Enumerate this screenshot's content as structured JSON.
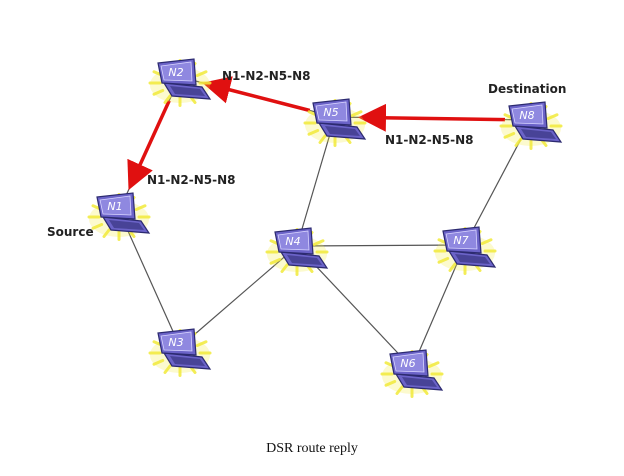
{
  "nodes": [
    {
      "id": "N1",
      "label": "N1"
    },
    {
      "id": "N2",
      "label": "N2"
    },
    {
      "id": "N3",
      "label": "N3"
    },
    {
      "id": "N4",
      "label": "N4"
    },
    {
      "id": "N5",
      "label": "N5"
    },
    {
      "id": "N6",
      "label": "N6"
    },
    {
      "id": "N7",
      "label": "N7"
    },
    {
      "id": "N8",
      "label": "N8"
    }
  ],
  "links": [
    [
      "N1",
      "N2"
    ],
    [
      "N1",
      "N3"
    ],
    [
      "N3",
      "N4"
    ],
    [
      "N4",
      "N5"
    ],
    [
      "N4",
      "N7"
    ],
    [
      "N4",
      "N6"
    ],
    [
      "N6",
      "N7"
    ],
    [
      "N7",
      "N8"
    ],
    [
      "N5",
      "N8"
    ],
    [
      "N2",
      "N5"
    ]
  ],
  "route_reply": {
    "hops": [
      [
        "N8",
        "N5"
      ],
      [
        "N5",
        "N2"
      ],
      [
        "N2",
        "N1"
      ]
    ],
    "labels": [
      "N1-N2-N5-N8",
      "N1-N2-N5-N8",
      "N1-N2-N5-N8"
    ]
  },
  "node_tags": {
    "source": "Source",
    "destination": "Destination"
  },
  "caption": "DSR route reply",
  "colors": {
    "link": "#555555",
    "route": "#e01010",
    "laptop_body": "#6b63c8",
    "laptop_dark": "#2c2a70",
    "glow": "#f2ea3a"
  }
}
